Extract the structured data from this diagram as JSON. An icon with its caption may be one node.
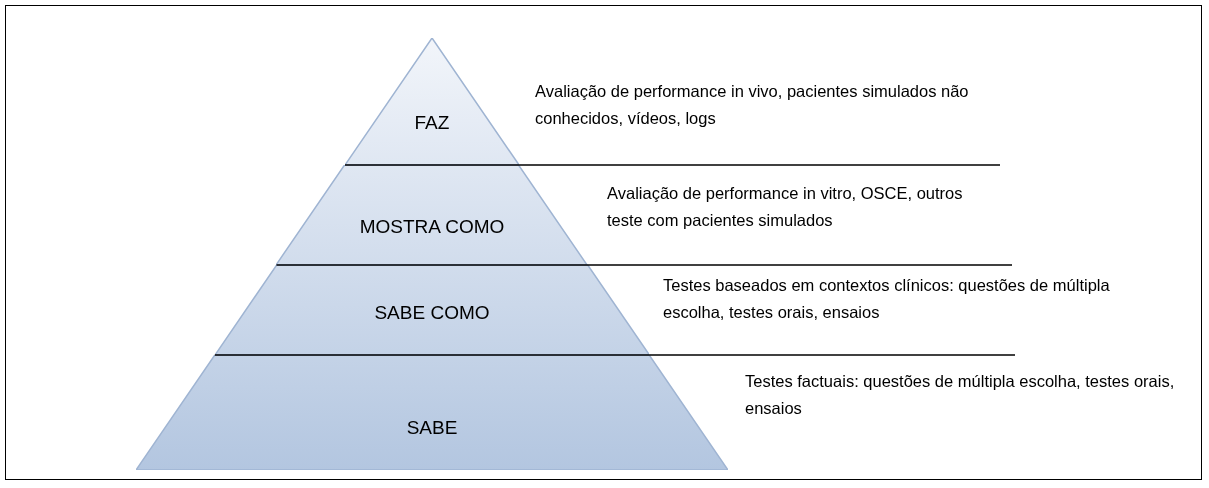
{
  "diagram": {
    "nodes": [
      {
        "text": [
          "FAZ"
        ],
        "beside": [
          "Avaliação de performance in vivo, pacientes simulados não conhecidos, vídeos, logs"
        ]
      },
      {
        "text": [
          "MOSTRA COMO"
        ],
        "beside": [
          "Avaliação de performance in vitro, OSCE, outros teste com pacientes simulados"
        ]
      },
      {
        "text": [
          "SABE COMO"
        ],
        "beside": [
          "Testes baseados em contextos clínicos: questões de múltipla escolha, testes orais, ensaios"
        ]
      },
      {
        "text": [
          "SABE"
        ],
        "beside": [
          "Testes factuais: questões de múltipla escolha, testes orais, ensaios"
        ]
      }
    ],
    "edges": []
  }
}
